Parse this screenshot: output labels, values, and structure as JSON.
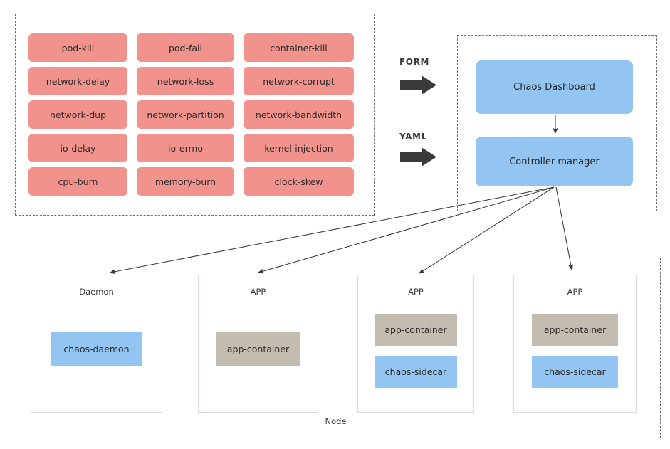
{
  "faults": {
    "items": [
      "pod-kill",
      "pod-fail",
      "container-kill",
      "network-delay",
      "network-loss",
      "network-corrupt",
      "network-dup",
      "network-partition",
      "network-bandwidth",
      "io-delay",
      "io-errno",
      "kernel-injection",
      "cpu-burn",
      "memory-burn",
      "clock-skew"
    ]
  },
  "pipeline": {
    "form_label": "FORM",
    "yaml_label": "YAML"
  },
  "control_plane": {
    "dashboard_label": "Chaos Dashboard",
    "controller_label": "Controller manager"
  },
  "node_group": {
    "label": "Node",
    "nodes": [
      {
        "title": "Daemon",
        "containers": [
          {
            "label": "chaos-daemon",
            "kind": "chaos"
          }
        ]
      },
      {
        "title": "APP",
        "containers": [
          {
            "label": "app-container",
            "kind": "app"
          }
        ]
      },
      {
        "title": "APP",
        "containers": [
          {
            "label": "app-container",
            "kind": "app"
          },
          {
            "label": "chaos-sidecar",
            "kind": "chaos"
          }
        ]
      },
      {
        "title": "APP",
        "containers": [
          {
            "label": "app-container",
            "kind": "app"
          },
          {
            "label": "chaos-sidecar",
            "kind": "chaos"
          }
        ]
      }
    ]
  },
  "colors": {
    "fault_red": "#F1928D",
    "chaos_blue": "#92C5F1",
    "app_tan": "#C5BCB0",
    "arrow": "#3b3b3b"
  }
}
